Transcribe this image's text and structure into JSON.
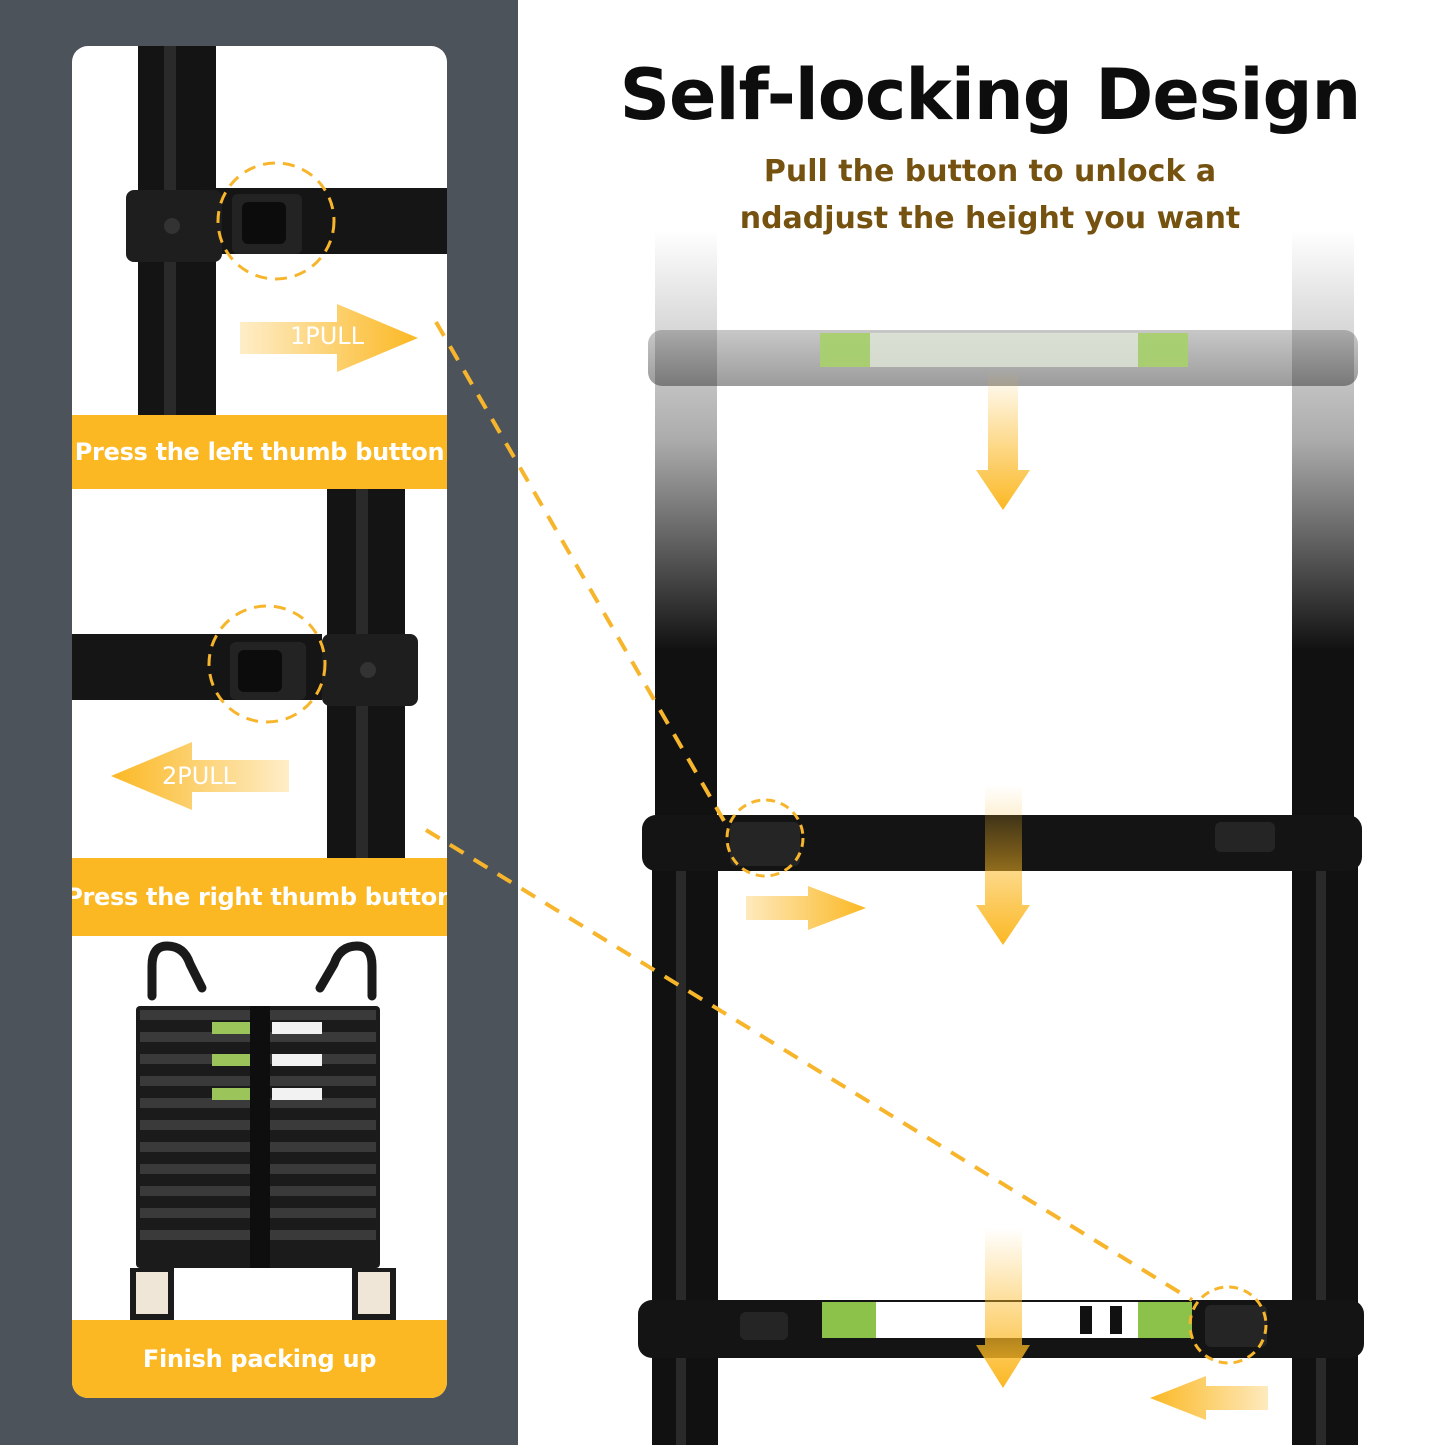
{
  "header": {
    "title": "Self-locking Design",
    "subtitle_line1": "Pull the button to unlock a",
    "subtitle_line2": "ndadjust the height you want"
  },
  "steps": [
    {
      "label": "Press the left thumb button",
      "pull": "1PULL"
    },
    {
      "label": "Press the right thumb button",
      "pull": "2PULL"
    },
    {
      "label": "Finish packing up"
    }
  ],
  "colors": {
    "accent": "#fbb823",
    "panel_bg": "#4d535b",
    "subtitle": "#75520f",
    "ladder": "#111111"
  }
}
